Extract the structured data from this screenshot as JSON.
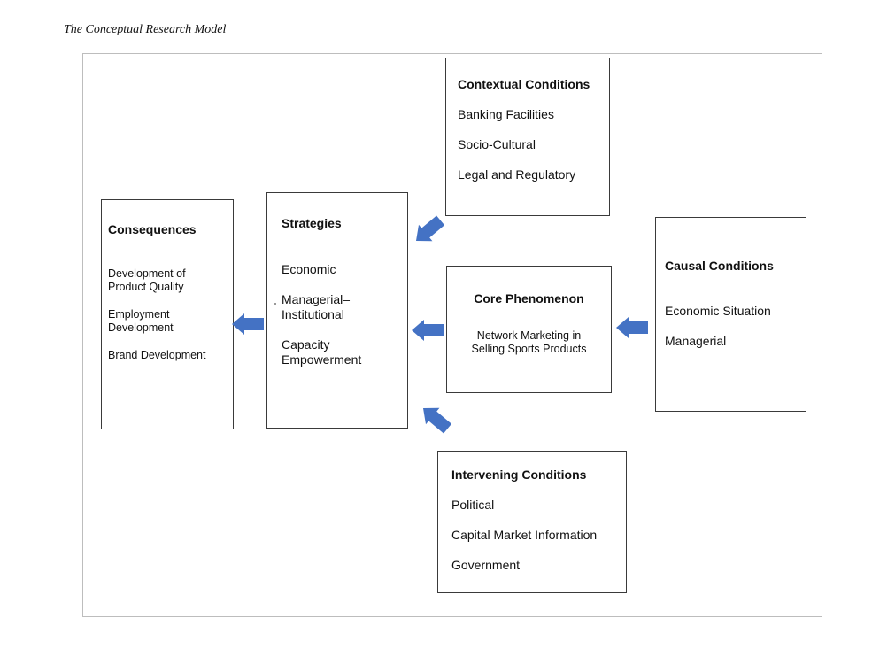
{
  "caption": "The Conceptual Research Model",
  "colors": {
    "arrow": "#4472C4",
    "box_border": "#3a3a3a",
    "frame_border": "#bdbdbd"
  },
  "consequences": {
    "title": "Consequences",
    "items": [
      "Development of\nProduct Quality",
      "Employment\nDevelopment",
      "Brand Development"
    ]
  },
  "strategies": {
    "title": "Strategies",
    "items": [
      "Economic",
      "Managerial–\nInstitutional",
      "Capacity\nEmpowerment"
    ]
  },
  "contextual": {
    "title": "Contextual Conditions",
    "items": [
      "Banking Facilities",
      "Socio-Cultural",
      "Legal and Regulatory"
    ]
  },
  "core": {
    "title": "Core Phenomenon",
    "items": [
      "Network Marketing in\nSelling Sports Products"
    ]
  },
  "causal": {
    "title": "Causal Conditions",
    "items": [
      "Economic Situation",
      "Managerial"
    ]
  },
  "intervening": {
    "title": "Intervening Conditions",
    "items": [
      "Political",
      "Capital Market Information",
      "Government"
    ]
  }
}
